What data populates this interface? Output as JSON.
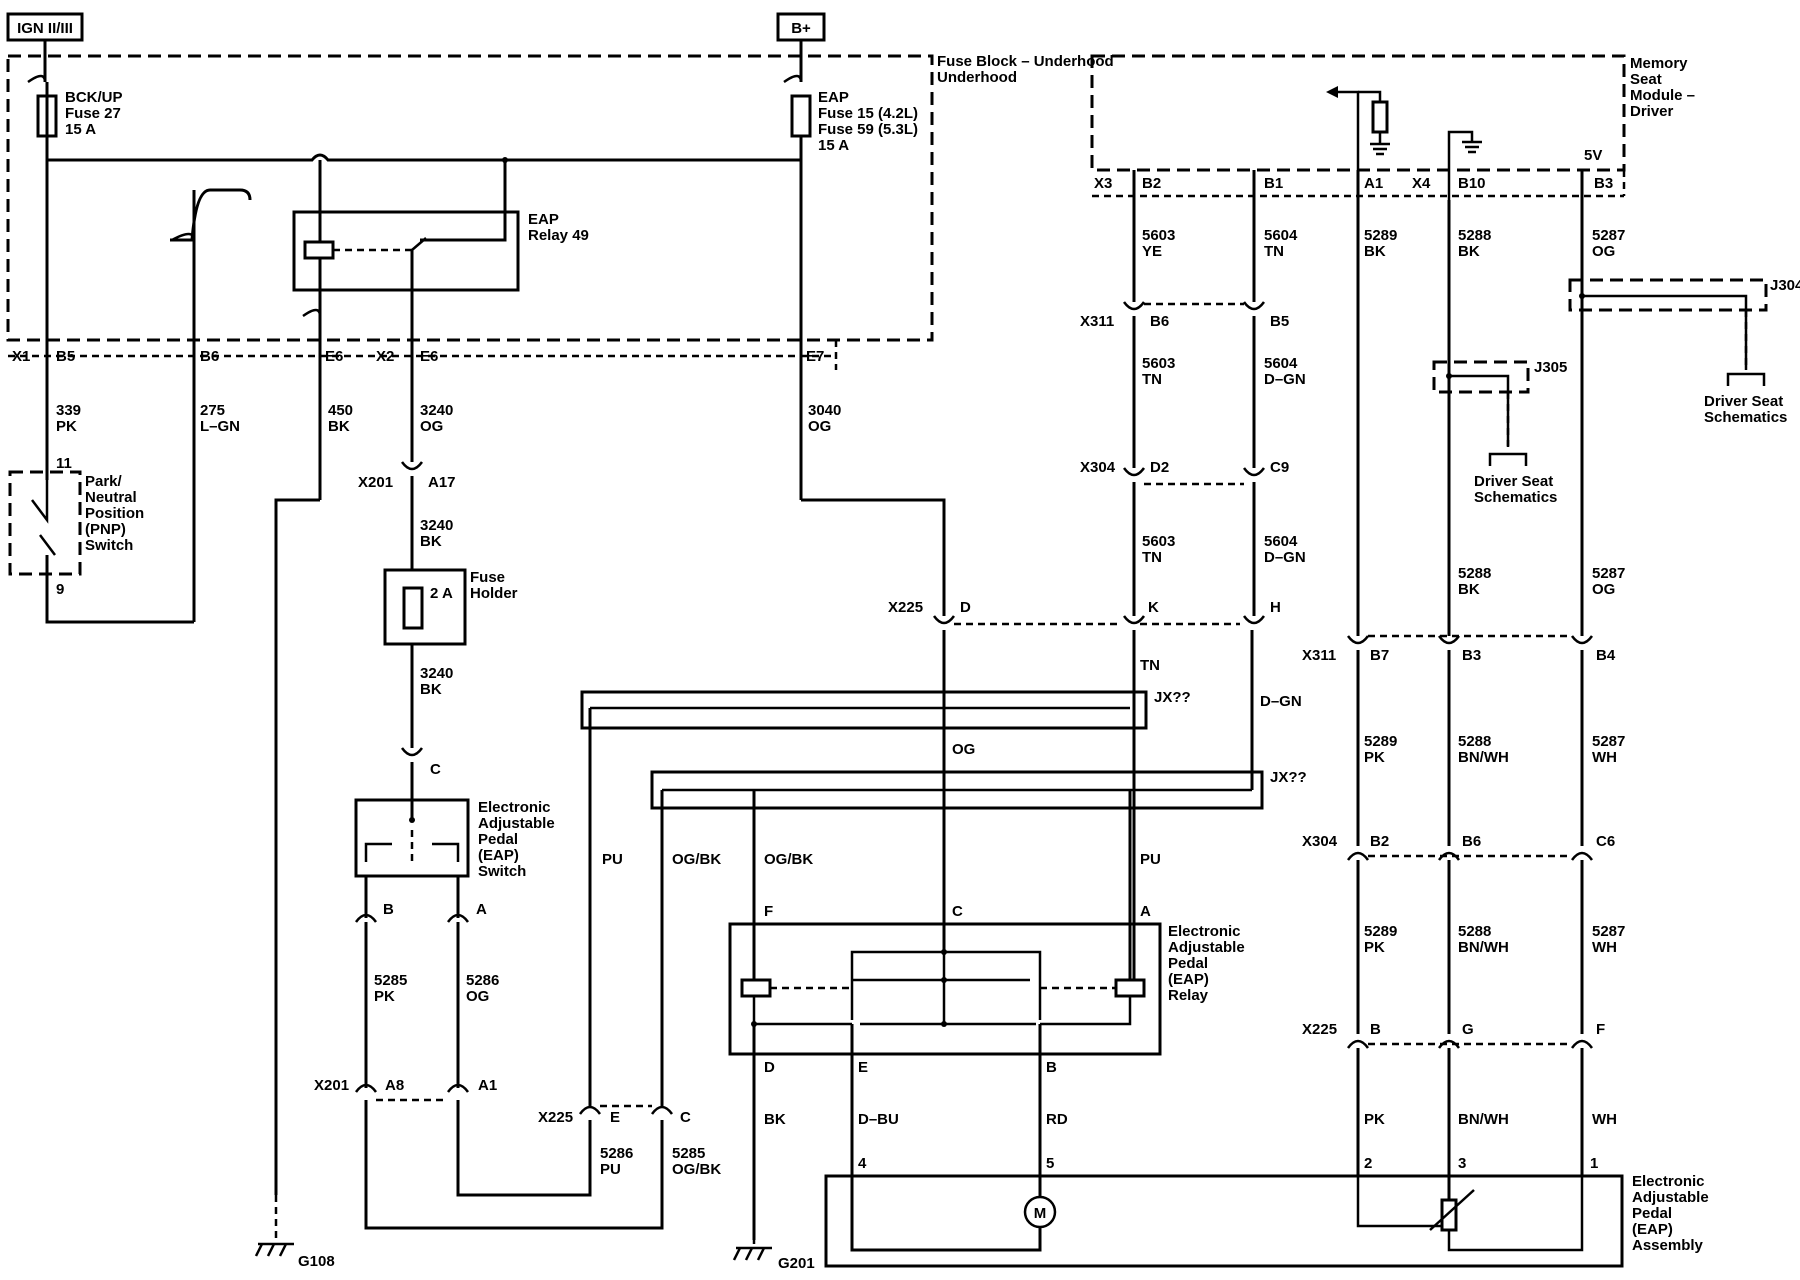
{
  "power_sources": {
    "ign": "IGN II/III",
    "batt": "B+"
  },
  "fuse_block": {
    "name": "Fuse Block – Underhood",
    "bckup_fuse": [
      "BCK/UP",
      "Fuse 27",
      "15 A"
    ],
    "eap_fuse": [
      "EAP",
      "Fuse 15 (4.2L)",
      "Fuse 59 (5.3L)",
      "15 A"
    ],
    "eap_relay": [
      "EAP",
      "Relay 49"
    ],
    "connectors": {
      "x1": "X1",
      "x2": "X2",
      "b5": "B5",
      "b6": "B6",
      "e6a": "E6",
      "e6b": "E6",
      "e7": "E7"
    }
  },
  "memory_module": {
    "name": [
      "Memory",
      "Seat",
      "Module –",
      "Driver"
    ],
    "x3": "X3",
    "x4": "X4",
    "pins": {
      "b2": "B2",
      "b1": "B1",
      "a1": "A1",
      "b10": "B10",
      "b3": "B3"
    },
    "v5": "5V"
  },
  "wires": {
    "w339": [
      "339",
      "PK"
    ],
    "w275": [
      "275",
      "L–GN"
    ],
    "w450": [
      "450",
      "BK"
    ],
    "w3240og": [
      "3240",
      "OG"
    ],
    "w3240bk1": [
      "3240",
      "BK"
    ],
    "w3240bk2": [
      "3240",
      "BK"
    ],
    "w3040": [
      "3040",
      "OG"
    ],
    "w5603ye": [
      "5603",
      "YE"
    ],
    "w5604tn": [
      "5604",
      "TN"
    ],
    "w5289bk": [
      "5289",
      "BK"
    ],
    "w5288bk": [
      "5288",
      "BK"
    ],
    "w5287og": [
      "5287",
      "OG"
    ],
    "w5603tn1": [
      "5603",
      "TN"
    ],
    "w5604dgn1": [
      "5604",
      "D–GN"
    ],
    "w5603tn2": [
      "5603",
      "TN"
    ],
    "w5604dgn2": [
      "5604",
      "D–GN"
    ],
    "w5288bk2": [
      "5288",
      "BK"
    ],
    "w5287og2": [
      "5287",
      "OG"
    ],
    "w5289pk1": [
      "5289",
      "PK"
    ],
    "w5288bnwh1": [
      "5288",
      "BN/WH"
    ],
    "w5287wh1": [
      "5287",
      "WH"
    ],
    "w5289pk2": [
      "5289",
      "PK"
    ],
    "w5288bnwh2": [
      "5288",
      "BN/WH"
    ],
    "w5287wh2": [
      "5287",
      "WH"
    ],
    "w5285pk": [
      "5285",
      "PK"
    ],
    "w5286og": [
      "5286",
      "OG"
    ],
    "w5286pu": [
      "5286",
      "PU"
    ],
    "w5285ogbk": [
      "5285",
      "OG/BK"
    ]
  },
  "colors_inline": {
    "tn": "TN",
    "dgn": "D–GN",
    "og": "OG",
    "pu1": "PU",
    "ogbk1": "OG/BK",
    "ogbk2": "OG/BK",
    "pu2": "PU",
    "bk": "BK",
    "dbu": "D–BU",
    "rd": "RD",
    "pk": "PK",
    "bnwh": "BN/WH",
    "wh": "WH"
  },
  "pnp_switch": {
    "name": [
      "Park/",
      "Neutral",
      "Position",
      "(PNP)",
      "Switch"
    ],
    "pin11": "11",
    "pin9": "9"
  },
  "fuse_holder": {
    "name": [
      "Fuse",
      "Holder"
    ],
    "rating": "2 A"
  },
  "eap_switch": {
    "name": [
      "Electronic",
      "Adjustable",
      "Pedal",
      "(EAP)",
      "Switch"
    ],
    "c": "C",
    "b": "B",
    "a": "A"
  },
  "eap_relay_comp": {
    "name": [
      "Electronic",
      "Adjustable",
      "Pedal",
      "(EAP)",
      "Relay"
    ],
    "f": "F",
    "c": "C",
    "a": "A",
    "d": "D",
    "e": "E",
    "b": "B"
  },
  "eap_assembly": {
    "name": [
      "Electronic",
      "Adjustable",
      "Pedal",
      "(EAP)",
      "Assembly"
    ],
    "p4": "4",
    "p5": "5",
    "p2": "2",
    "p3": "3",
    "p1": "1",
    "motor": "M"
  },
  "connectors": {
    "x201": "X201",
    "a17": "A17",
    "x201b": "X201",
    "a8": "A8",
    "a1": "A1",
    "x225a": "X225",
    "d": "D",
    "k": "K",
    "h": "H",
    "x311a": "X311",
    "b6": "B6",
    "b5": "B5",
    "x304a": "X304",
    "d2": "D2",
    "c9": "C9",
    "x311b": "X311",
    "b7": "B7",
    "b3": "B3",
    "b4": "B4",
    "x304b": "X304",
    "b2": "B2",
    "b6b": "B6",
    "c6": "C6",
    "x225b": "X225",
    "bb": "B",
    "g": "G",
    "f": "F",
    "x225c": "X225",
    "e": "E",
    "c": "C",
    "jx1": "JX??",
    "jx2": "JX??",
    "j304": "J304",
    "j305": "J305"
  },
  "refs": {
    "driver_seat_1": [
      "Driver Seat",
      "Schematics"
    ],
    "driver_seat_2": [
      "Driver Seat",
      "Schematics"
    ]
  },
  "grounds": {
    "g108": "G108",
    "g201": "G201"
  }
}
